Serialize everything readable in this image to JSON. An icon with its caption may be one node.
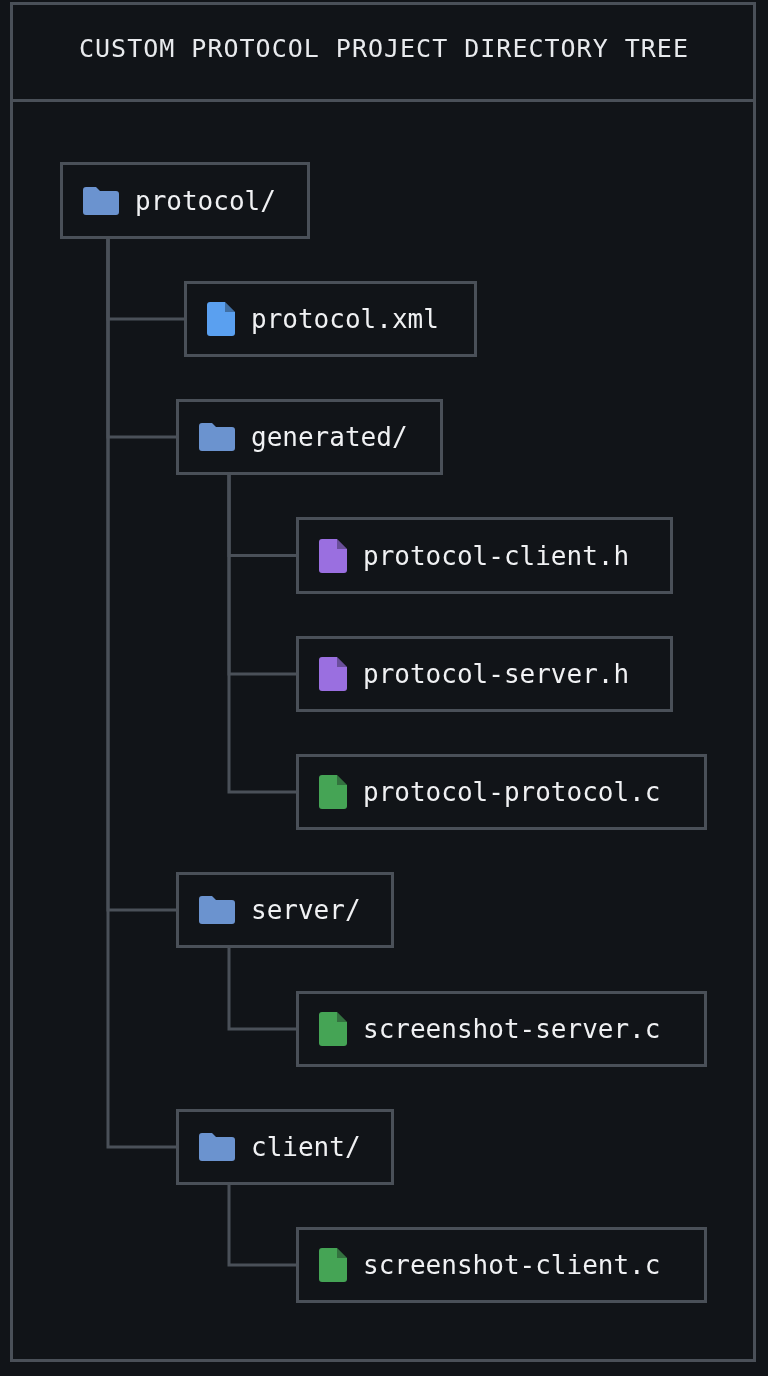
{
  "diagram": {
    "title": "CUSTOM PROTOCOL PROJECT DIRECTORY TREE",
    "nodes": [
      {
        "text": [
          "protocol/"
        ]
      },
      {
        "text": [
          "protocol.xml"
        ]
      },
      {
        "text": [
          "generated/"
        ]
      },
      {
        "text": [
          "protocol-client.h"
        ]
      },
      {
        "text": [
          "protocol-server.h"
        ]
      },
      {
        "text": [
          "protocol-protocol.c"
        ]
      },
      {
        "text": [
          "server/"
        ]
      },
      {
        "text": [
          "screenshot-server.c"
        ]
      },
      {
        "text": [
          "client/"
        ]
      },
      {
        "text": [
          "screenshot-client.c"
        ]
      }
    ],
    "edges": [
      {
        "from": 0,
        "to": 1,
        "arrow": "none"
      },
      {
        "from": 0,
        "to": 2,
        "arrow": "none"
      },
      {
        "from": 2,
        "to": 3,
        "arrow": "none"
      },
      {
        "from": 2,
        "to": 4,
        "arrow": "none"
      },
      {
        "from": 2,
        "to": 5,
        "arrow": "none"
      },
      {
        "from": 0,
        "to": 6,
        "arrow": "none"
      },
      {
        "from": 6,
        "to": 7,
        "arrow": "none"
      },
      {
        "from": 0,
        "to": 8,
        "arrow": "none"
      },
      {
        "from": 8,
        "to": 9,
        "arrow": "none"
      }
    ]
  }
}
